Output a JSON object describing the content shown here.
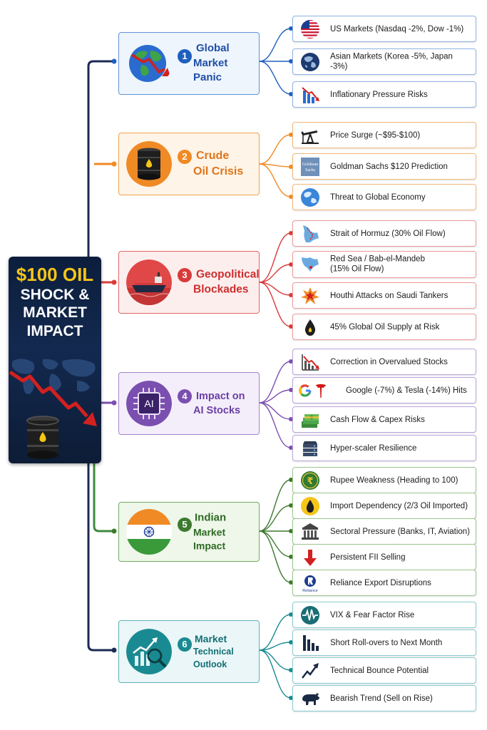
{
  "hero": {
    "title_line1": "$100 OIL",
    "title_line2": "SHOCK &",
    "title_line3": "MARKET",
    "title_line4": "IMPACT",
    "icons": [
      "world-map-icon",
      "falling-arrow-icon",
      "oil-barrel-icon"
    ]
  },
  "colors": {
    "trunk_dark": "#1a2a52",
    "trunk_green": "#3f8a3f",
    "c1": "#1f5fbf",
    "c2": "#f08a24",
    "c3": "#d93b3b",
    "c4": "#7b4fb0",
    "c5": "#3d7a2f",
    "c6": "#1a8a92"
  },
  "categories": [
    {
      "number": "1",
      "title_line1": "Global",
      "title_line2": "Market Panic",
      "icon": "globe-falling-arrow-icon",
      "items": [
        {
          "icon": "us-flag-icon",
          "text": "US Markets (Nasdaq -2%, Dow -1%)"
        },
        {
          "icon": "asia-globe-icon",
          "text": "Asian Markets (Korea -5%, Japan -3%)"
        },
        {
          "icon": "declining-bars-icon",
          "text": "Inflationary Pressure Risks"
        }
      ]
    },
    {
      "number": "2",
      "title_line1": "Crude",
      "title_line2": "Oil Crisis",
      "icon": "oil-barrel-icon",
      "items": [
        {
          "icon": "oil-pump-icon",
          "text": "Price Surge (~$95-$100)"
        },
        {
          "icon": "goldman-sachs-logo-icon",
          "logo_text": "Goldman Sachs",
          "text": "Goldman Sachs $120 Prediction"
        },
        {
          "icon": "globe-icon",
          "text": "Threat to Global Economy"
        }
      ]
    },
    {
      "number": "3",
      "title_line1": "Geopolitical",
      "title_line2": "Blockades",
      "icon": "tanker-ship-icon",
      "items": [
        {
          "icon": "strait-map-icon",
          "text_line1": "Strait of Hormuz (30% Oil Flow)",
          "text_line2": ""
        },
        {
          "icon": "red-sea-map-icon",
          "text_line1": "Red Sea / Bab-el-Mandeb",
          "text_line2": "(15% Oil Flow)"
        },
        {
          "icon": "explosion-icon",
          "text_line1": "Houthi Attacks on Saudi Tankers",
          "text_line2": ""
        },
        {
          "icon": "oil-drop-icon",
          "text_line1": "45% Global Oil Supply at Risk",
          "text_line2": ""
        }
      ]
    },
    {
      "number": "4",
      "title_line1": "Impact on",
      "title_line2": "AI Stocks",
      "icon": "ai-chip-icon",
      "chip_label": "AI",
      "items": [
        {
          "icon": "declining-chart-icon",
          "text": "Correction in Overvalued Stocks"
        },
        {
          "icon": "google-tesla-logos-icon",
          "text": "Google (-7%) & Tesla (-14%) Hits"
        },
        {
          "icon": "cash-stack-icon",
          "text": "Cash Flow & Capex Risks"
        },
        {
          "icon": "server-stack-icon",
          "text": "Hyper-scaler Resilience"
        }
      ]
    },
    {
      "number": "5",
      "title_line1": "Indian",
      "title_line2": "Market Impact",
      "icon": "india-flag-icon",
      "items": [
        {
          "icon": "rupee-coin-icon",
          "text": "Rupee Weakness (Heading to 100)"
        },
        {
          "icon": "oil-drop-coin-icon",
          "text": "Import Dependency (2/3 Oil Imported)"
        },
        {
          "icon": "bank-building-icon",
          "text": "Sectoral Pressure (Banks, IT, Aviation)"
        },
        {
          "icon": "red-down-arrow-icon",
          "text": "Persistent FII Selling"
        },
        {
          "icon": "reliance-logo-icon",
          "logo_text": "Reliance",
          "text": "Reliance Export Disruptions"
        }
      ]
    },
    {
      "number": "6",
      "title_line1": "Market",
      "title_line2": "Technical Outlook",
      "icon": "chart-magnifier-icon",
      "items": [
        {
          "icon": "volatility-wave-icon",
          "text": "VIX & Fear Factor Rise"
        },
        {
          "icon": "bars-chart-icon",
          "text": "Short Roll-overs to Next Month"
        },
        {
          "icon": "rising-arrow-icon",
          "text": "Technical Bounce Potential"
        },
        {
          "icon": "bear-icon",
          "text": "Bearish Trend (Sell on Rise)"
        }
      ]
    }
  ]
}
